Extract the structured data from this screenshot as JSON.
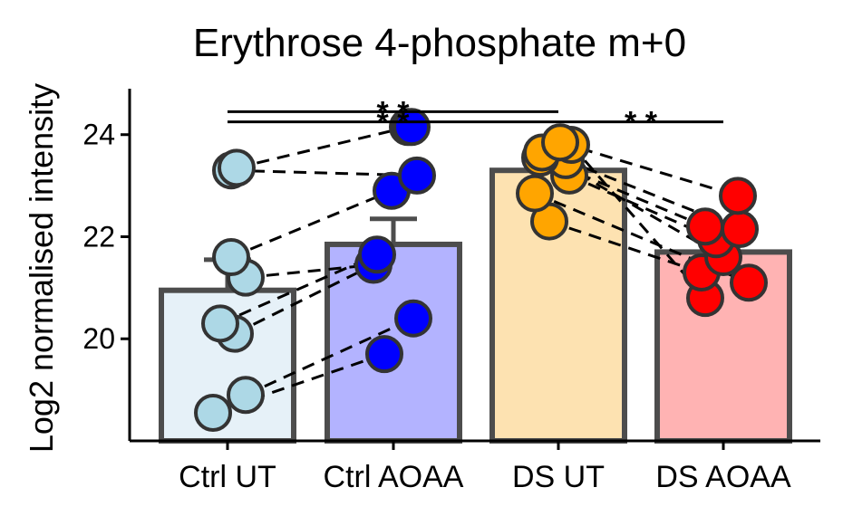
{
  "chart_data": {
    "type": "bar",
    "title": "Erythrose 4-phosphate m+0",
    "xlabel": "",
    "ylabel": "Log2 normalised intensity",
    "ylim": [
      18.0,
      24.9
    ],
    "y_ticks": [
      20,
      22,
      24
    ],
    "categories": [
      "Ctrl UT",
      "Ctrl AOAA",
      "DS UT",
      "DS AOAA"
    ],
    "means": [
      20.95,
      21.85,
      23.3,
      21.7
    ],
    "error_upper": [
      21.55,
      22.35,
      23.3,
      21.7
    ],
    "bar_fill_colors": [
      "#e6f1f8",
      "#b3b3ff",
      "#fde2b1",
      "#ffb3b3"
    ],
    "bar_edge_color": "#4d4d4d",
    "point_colors": [
      "#add8e6",
      "#0000ff",
      "#ffa500",
      "#ff0000"
    ],
    "points": [
      [
        18.55,
        18.9,
        20.1,
        20.3,
        21.2,
        21.6,
        23.3,
        23.35
      ],
      [
        19.7,
        20.4,
        21.45,
        21.65,
        22.9,
        23.2,
        24.15,
        24.15
      ],
      [
        22.3,
        22.85,
        23.2,
        23.5,
        23.55,
        23.65,
        23.8,
        23.85
      ],
      [
        20.8,
        21.1,
        21.3,
        21.6,
        21.95,
        22.15,
        22.2,
        22.8
      ]
    ],
    "pairs": [
      [
        [
          18.55,
          19.7
        ],
        [
          18.9,
          20.4
        ],
        [
          20.1,
          21.45
        ],
        [
          20.3,
          21.65
        ],
        [
          21.2,
          21.45
        ],
        [
          21.6,
          22.9
        ],
        [
          23.3,
          23.2
        ],
        [
          23.35,
          24.15
        ]
      ],
      [
        [
          22.3,
          21.3
        ],
        [
          22.85,
          21.1
        ],
        [
          23.2,
          21.95
        ],
        [
          23.5,
          22.15
        ],
        [
          23.55,
          22.2
        ],
        [
          23.65,
          21.6
        ],
        [
          23.8,
          20.8
        ],
        [
          23.85,
          22.8
        ]
      ]
    ],
    "significance": [
      {
        "from": 0,
        "to": 2,
        "y": 24.25,
        "label": "* *"
      },
      {
        "from": 0,
        "to": 2,
        "y": 24.45,
        "label": "* *"
      },
      {
        "from": 2,
        "to": 3,
        "y": 24.25,
        "label": "* *"
      }
    ],
    "grid": false,
    "legend": "none"
  }
}
